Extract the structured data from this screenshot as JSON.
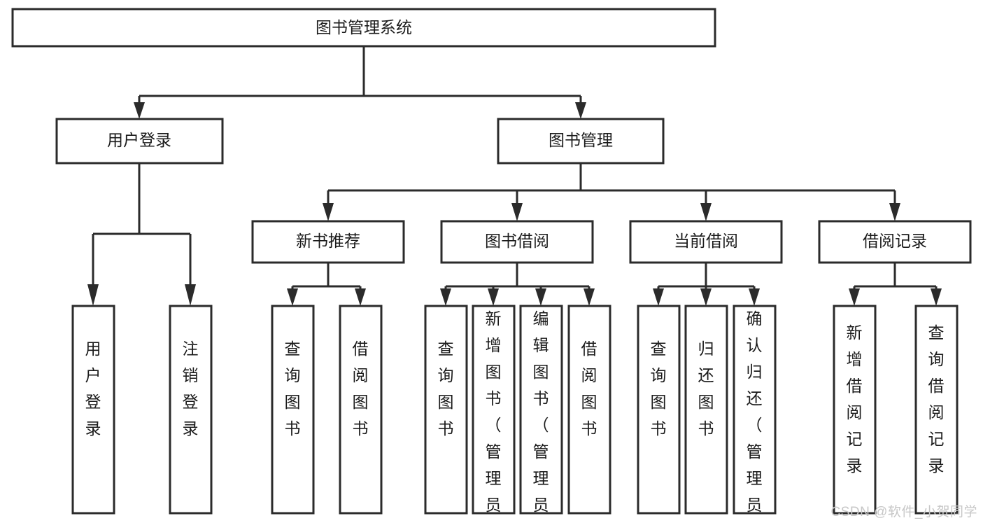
{
  "diagram": {
    "title": "图书管理系统",
    "type": "tree",
    "orientation": "top-down",
    "watermark": "CSDN @软件_小贺同学",
    "colors": {
      "node_fill": "#ffffff",
      "node_stroke": "#2b2b2b",
      "text": "#1b1b1b",
      "background": "#ffffff",
      "watermark": "#c7c7c7"
    },
    "levels": {
      "root": {
        "label": "图书管理系统"
      },
      "level2": [
        {
          "id": "user-login",
          "label": "用户登录"
        },
        {
          "id": "book-manage",
          "label": "图书管理"
        }
      ],
      "level3": [
        {
          "id": "new-book-rec",
          "label": "新书推荐",
          "parent": "book-manage"
        },
        {
          "id": "book-borrow",
          "label": "图书借阅",
          "parent": "book-manage"
        },
        {
          "id": "current-borrow",
          "label": "当前借阅",
          "parent": "book-manage"
        },
        {
          "id": "borrow-record",
          "label": "借阅记录",
          "parent": "book-manage"
        }
      ],
      "leaves": [
        {
          "id": "leaf-user-login",
          "label": "用户登录",
          "parent": "user-login"
        },
        {
          "id": "leaf-logout-login",
          "label": "注销登录",
          "parent": "user-login"
        },
        {
          "id": "leaf-query-book-1",
          "label": "查询图书",
          "parent": "new-book-rec"
        },
        {
          "id": "leaf-borrow-book-1",
          "label": "借阅图书",
          "parent": "new-book-rec"
        },
        {
          "id": "leaf-query-book-2",
          "label": "查询图书",
          "parent": "book-borrow"
        },
        {
          "id": "leaf-add-book",
          "label": "新增图书（管理员）",
          "parent": "book-borrow"
        },
        {
          "id": "leaf-edit-book",
          "label": "编辑图书（管理员）",
          "parent": "book-borrow"
        },
        {
          "id": "leaf-borrow-book-2",
          "label": "借阅图书",
          "parent": "book-borrow"
        },
        {
          "id": "leaf-query-book-3",
          "label": "查询图书",
          "parent": "current-borrow"
        },
        {
          "id": "leaf-return-book",
          "label": "归还图书",
          "parent": "current-borrow"
        },
        {
          "id": "leaf-confirm-return",
          "label": "确认归还（管理员）",
          "parent": "current-borrow"
        },
        {
          "id": "leaf-add-record",
          "label": "新增借阅记录",
          "parent": "borrow-record"
        },
        {
          "id": "leaf-query-record",
          "label": "查询借阅记录",
          "parent": "borrow-record"
        }
      ]
    }
  }
}
